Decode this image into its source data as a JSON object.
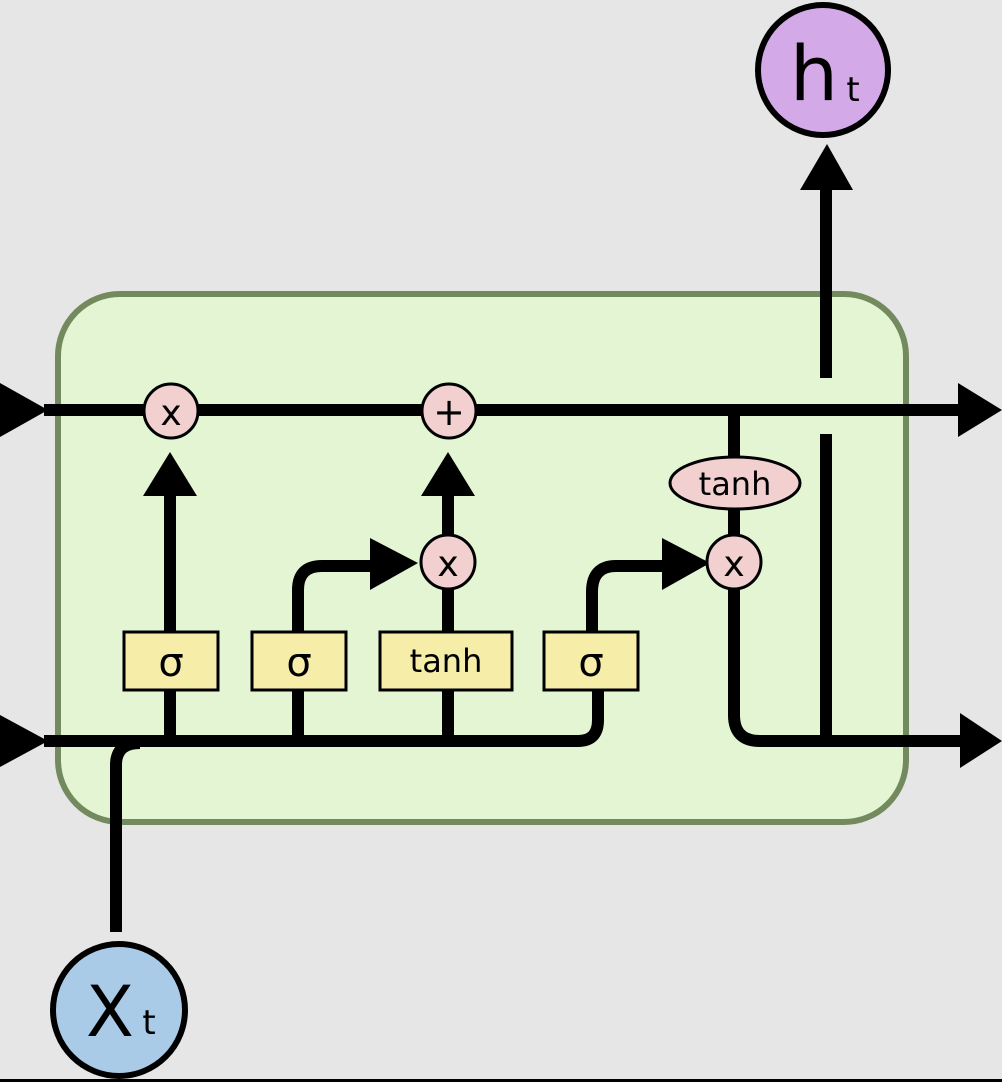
{
  "diagram": {
    "title": "LSTM cell",
    "colors": {
      "background": "#e6e6e6",
      "cell_fill": "#e3f5d3",
      "cell_border": "#738a5e",
      "gate_fill": "#f5eda8",
      "pointwise_fill": "#f2d0d0",
      "input_node_fill": "#a9cbe8",
      "output_node_fill": "#d4a9e8"
    },
    "gates": [
      {
        "id": "forget",
        "label": "σ"
      },
      {
        "id": "input",
        "label": "σ"
      },
      {
        "id": "candidate",
        "label": "tanh"
      },
      {
        "id": "output",
        "label": "σ"
      }
    ],
    "pointwise_ops": [
      {
        "id": "forget-multiply",
        "label": "x"
      },
      {
        "id": "cell-add",
        "label": "+"
      },
      {
        "id": "input-multiply",
        "label": "x"
      },
      {
        "id": "cell-tanh",
        "label": "tanh"
      },
      {
        "id": "output-multiply",
        "label": "x"
      }
    ],
    "input_node": {
      "main": "X",
      "sub": "t"
    },
    "output_node": {
      "main": "h",
      "sub": "t"
    }
  }
}
